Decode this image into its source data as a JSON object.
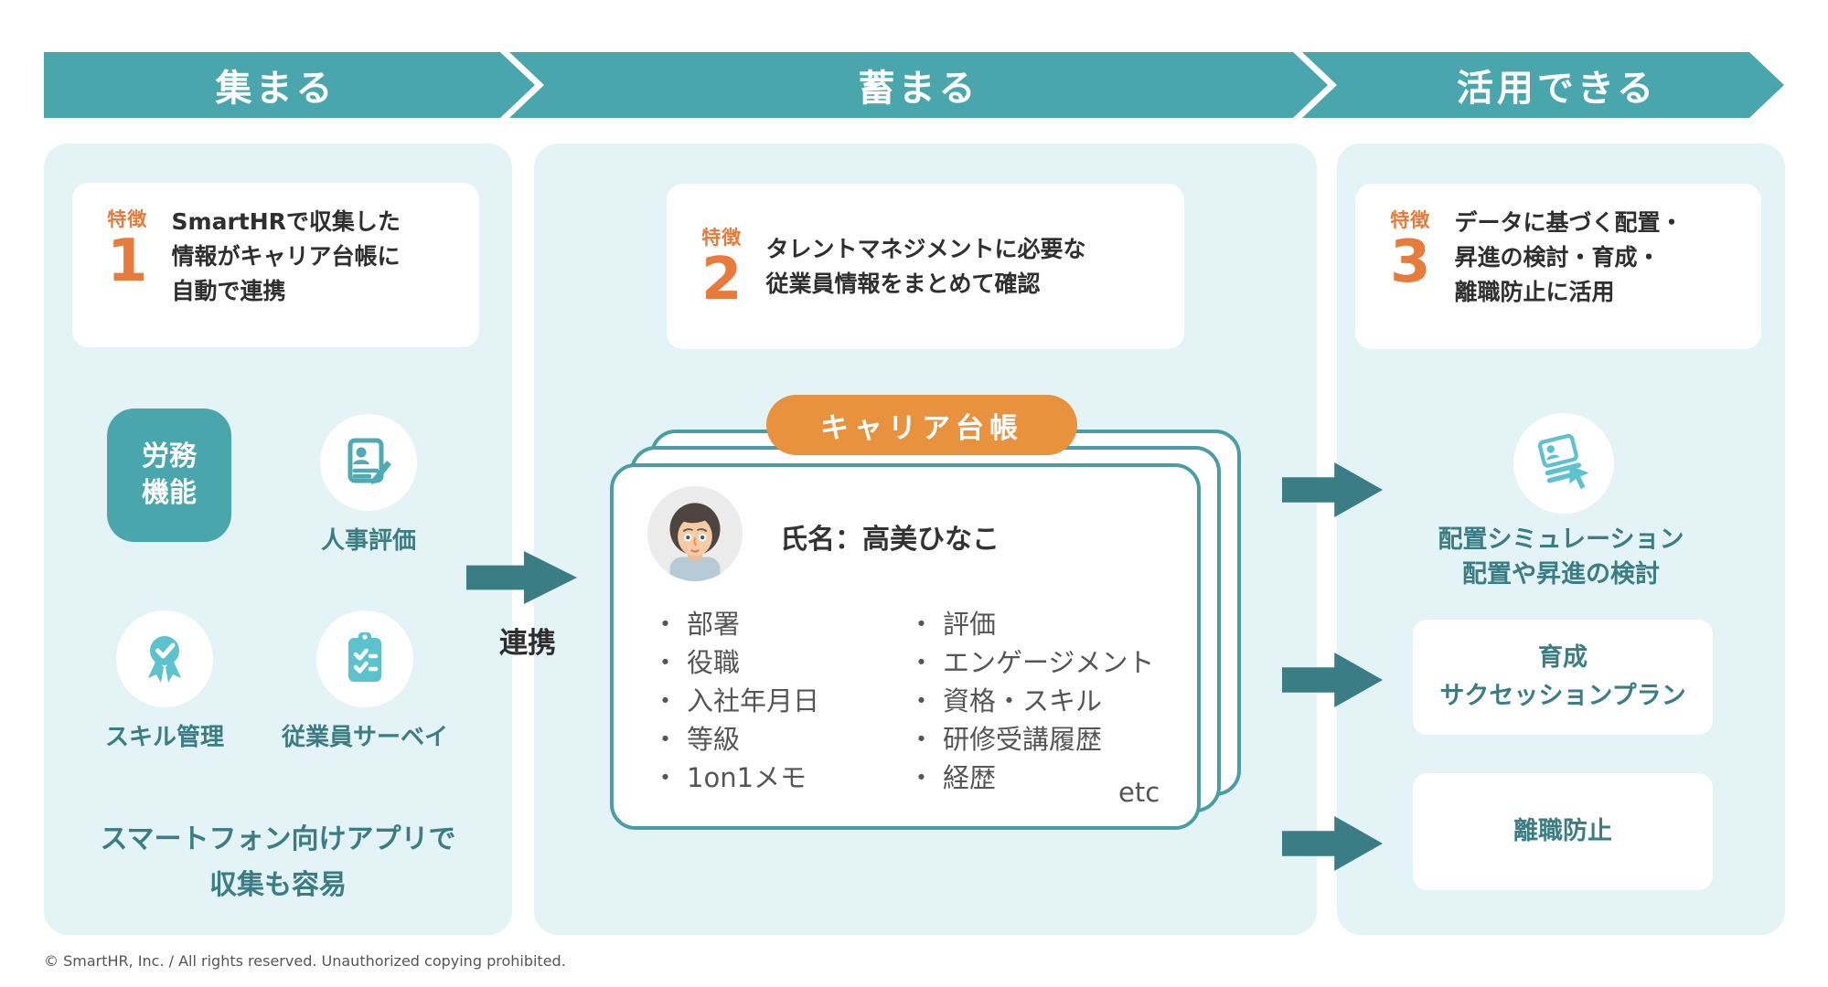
{
  "colors": {
    "band_teal": "#4AA6AD",
    "panel_bg": "#E4F3F5",
    "accent_orange": "#E87A3C",
    "badge_orange": "#E9923E",
    "arrow_teal": "#3A7D85",
    "teal_text": "#3A7D85",
    "icon_teal": "#5BC2CE",
    "icon_teal_dark": "#4DABB4",
    "card_border": "#4A9DA4",
    "body_text": "#2F2F2F",
    "list_text": "#555555"
  },
  "header": {
    "steps": [
      {
        "label": "集まる"
      },
      {
        "label": "蓄まる"
      },
      {
        "label": "活用できる"
      }
    ]
  },
  "features": {
    "tag": "特徴",
    "f1": {
      "number": "1",
      "lines": [
        "SmartHRで収集した",
        "情報がキャリア台帳に",
        "自動で連携"
      ]
    },
    "f2": {
      "number": "2",
      "lines": [
        "タレントマネジメントに必要な",
        "従業員情報をまとめて確認"
      ]
    },
    "f3": {
      "number": "3",
      "lines": [
        "データに基づく配置・",
        "昇進の検討・育成・",
        "離職防止に活用"
      ]
    }
  },
  "left_panel": {
    "module_box": {
      "lines": [
        "労務",
        "機能"
      ]
    },
    "modules": [
      {
        "label": "人事評価",
        "icon": "id-card-pen-icon"
      },
      {
        "label": "スキル管理",
        "icon": "medal-check-icon"
      },
      {
        "label": "従業員サーベイ",
        "icon": "clipboard-checklist-icon"
      }
    ],
    "note_lines": [
      "スマートフォン向けアプリで",
      "収集も容易"
    ]
  },
  "link": {
    "label": "連携",
    "icon": "arrow-right-icon"
  },
  "career_book": {
    "badge": "キャリア台帳",
    "avatar_icon": "avatar-illustration",
    "name_label": "氏名：高美ひなこ",
    "fields_left": [
      "部署",
      "役職",
      "入社年月日",
      "等級",
      "1on1メモ"
    ],
    "fields_right": [
      "評価",
      "エンゲージメント",
      "資格・スキル",
      "研修受講履歴",
      "経歴"
    ],
    "etc_label": "etc"
  },
  "right_panel": {
    "placement_icon": "stack-cursor-icon",
    "outcome_text_lines": [
      "配置シミュレーション",
      "配置や昇進の検討"
    ],
    "boxes": [
      {
        "lines": [
          "育成",
          "サクセッションプラン"
        ]
      },
      {
        "lines": [
          "離職防止"
        ]
      }
    ]
  },
  "footer": {
    "copyright": "© SmartHR, Inc. / All rights reserved. Unauthorized copying prohibited."
  }
}
